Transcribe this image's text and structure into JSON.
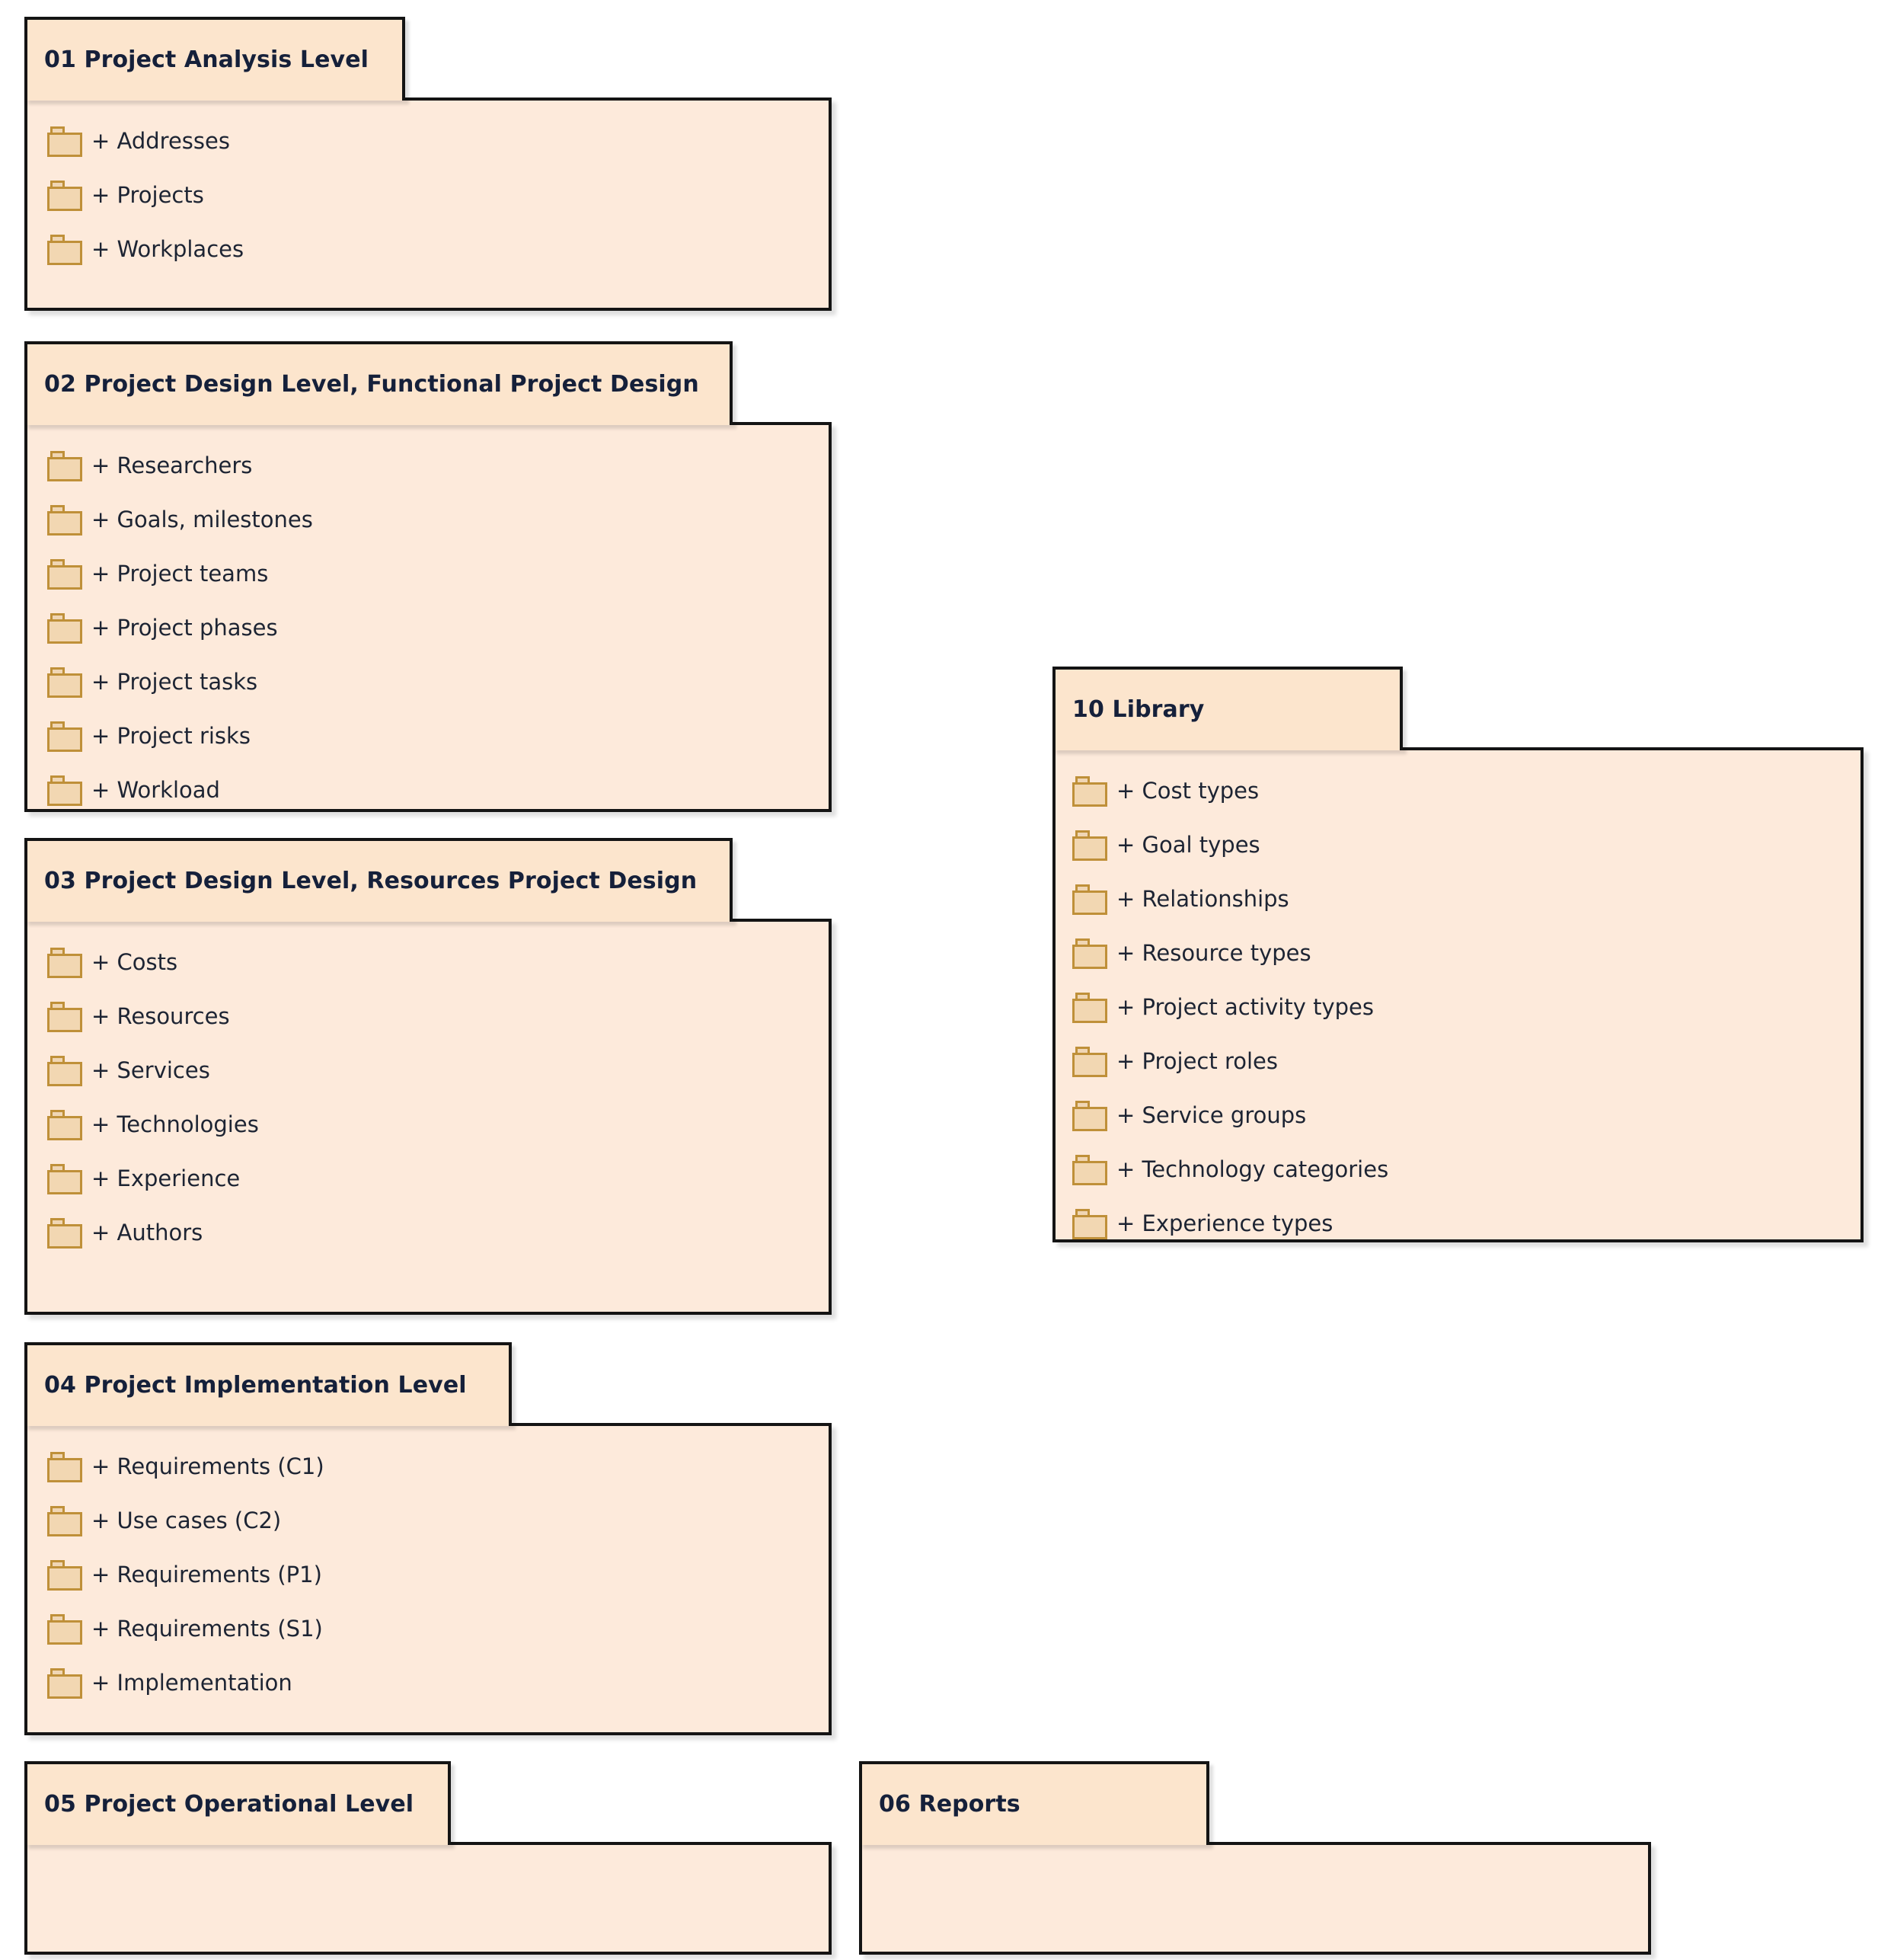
{
  "diagram": {
    "type": "uml-package-diagram",
    "background_color": "#ffffff",
    "package_fill": "#fdeadb",
    "package_header_fill": "#fce5cd",
    "border_color": "#141414",
    "folder_icon_color": "#bf9039",
    "text_color": "#15203a"
  },
  "packages": [
    {
      "id": "pkg-01",
      "title": "01 Project Analysis Level",
      "items": [
        "+ Addresses",
        "+ Projects",
        "+ Workplaces"
      ]
    },
    {
      "id": "pkg-02",
      "title": "02 Project Design Level, Functional Project Design",
      "items": [
        "+ Researchers",
        "+ Goals, milestones",
        "+ Project teams",
        "+ Project phases",
        "+ Project tasks",
        "+ Project risks",
        "+ Workload"
      ]
    },
    {
      "id": "pkg-03",
      "title": "03 Project Design Level, Resources Project Design",
      "items": [
        "+ Costs",
        "+ Resources",
        "+ Services",
        "+ Technologies",
        "+ Experience",
        "+ Authors"
      ]
    },
    {
      "id": "pkg-04",
      "title": "04 Project Implementation Level",
      "items": [
        "+ Requirements (C1)",
        "+ Use cases (C2)",
        "+ Requirements (P1)",
        "+ Requirements (S1)",
        "+ Implementation"
      ]
    },
    {
      "id": "pkg-05",
      "title": "05 Project Operational Level",
      "items": []
    },
    {
      "id": "pkg-06",
      "title": "06 Reports",
      "items": []
    },
    {
      "id": "pkg-10",
      "title": "10 Library",
      "items": [
        "+ Cost types",
        "+ Goal types",
        "+ Relationships",
        "+ Resource types",
        "+ Project activity types",
        "+ Project roles",
        "+ Service groups",
        "+ Technology categories",
        "+ Experience types"
      ]
    }
  ]
}
